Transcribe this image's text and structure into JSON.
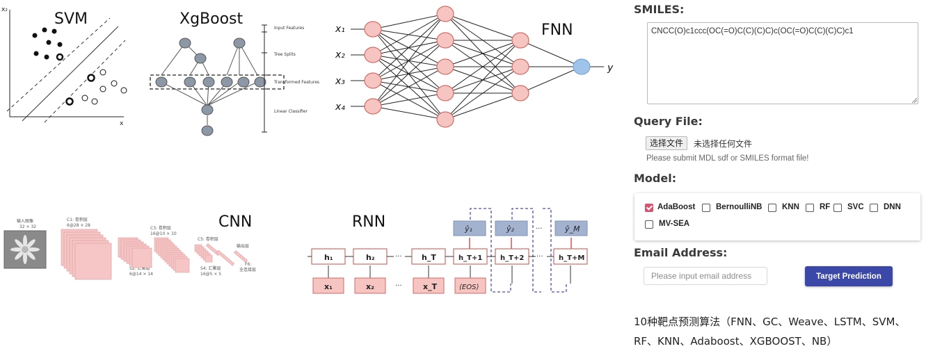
{
  "diagrams": {
    "svm": {
      "title": "SVM",
      "axis_x": "x",
      "axis_y": "x₂"
    },
    "xgboost": {
      "title": "XgBoost",
      "stages": [
        "Input Features",
        "Tree Splits",
        "Transformed Features",
        "Linear Classifier"
      ]
    },
    "fnn": {
      "title": "FNN",
      "inputs": [
        "x₁",
        "x₂",
        "x₃",
        "x₄"
      ],
      "output": "y"
    },
    "cnn": {
      "title": "CNN",
      "input_label": "输入图像",
      "input_size": "32 × 32",
      "c1": "C1: 卷积层",
      "c1_size": "6@28 × 28",
      "s2": "S2: 汇聚层",
      "s2_size": "6@14 × 14",
      "c3": "C3: 卷积层",
      "c3_size": "16@10 × 10",
      "c5": "C5: 卷积层",
      "s4": "S4: 汇聚层",
      "s4_size": "16@5 × 5",
      "output": "输出层",
      "f6": "F6:",
      "f6_label": "全连接层"
    },
    "rnn": {
      "title": "RNN",
      "hidden": [
        "h₁",
        "h₂",
        "h_T",
        "h_T+1",
        "h_T+2",
        "h_T+M"
      ],
      "inputs": [
        "x₁",
        "x₂",
        "x_T",
        "⟨EOS⟩"
      ],
      "outputs": [
        "ŷ₁",
        "ŷ₂",
        "ŷ_M"
      ],
      "ellipsis": "···"
    }
  },
  "form": {
    "smiles_label": "SMILES:",
    "smiles_value": "CNCC(O)c1ccc(OC(=O)C(C)(C)C)c(OC(=O)C(C)(C)C)c1",
    "query_file_label": "Query File:",
    "file_button": "选择文件",
    "file_status": "未选择任何文件",
    "file_hint": "Please submit MDL sdf or SMILES format file!",
    "model_label": "Model:",
    "models": [
      {
        "label": "AdaBoost",
        "checked": true
      },
      {
        "label": "BernoulliNB",
        "checked": false
      },
      {
        "label": "KNN",
        "checked": false
      },
      {
        "label": "RF",
        "checked": false
      },
      {
        "label": "SVC",
        "checked": false
      },
      {
        "label": "DNN",
        "checked": false
      },
      {
        "label": "MV-SEA",
        "checked": false
      }
    ],
    "email_label": "Email Address:",
    "email_placeholder": "Please input email address",
    "submit_button": "Target Prediction"
  },
  "footnote": "10种靶点预测算法（FNN、GC、Weave、LSTM、SVM、RF、KNN、Adaboost、XGBOOST、NB）",
  "colors": {
    "node_pink": "#f6c4c1",
    "node_pink_stroke": "#d36a64",
    "node_blue": "#9fc4ea",
    "tree_node": "#8d98a6",
    "rnn_out": "#a3b3cf",
    "accent_checked": "#d9536f",
    "button_blue": "#3b48a8"
  }
}
